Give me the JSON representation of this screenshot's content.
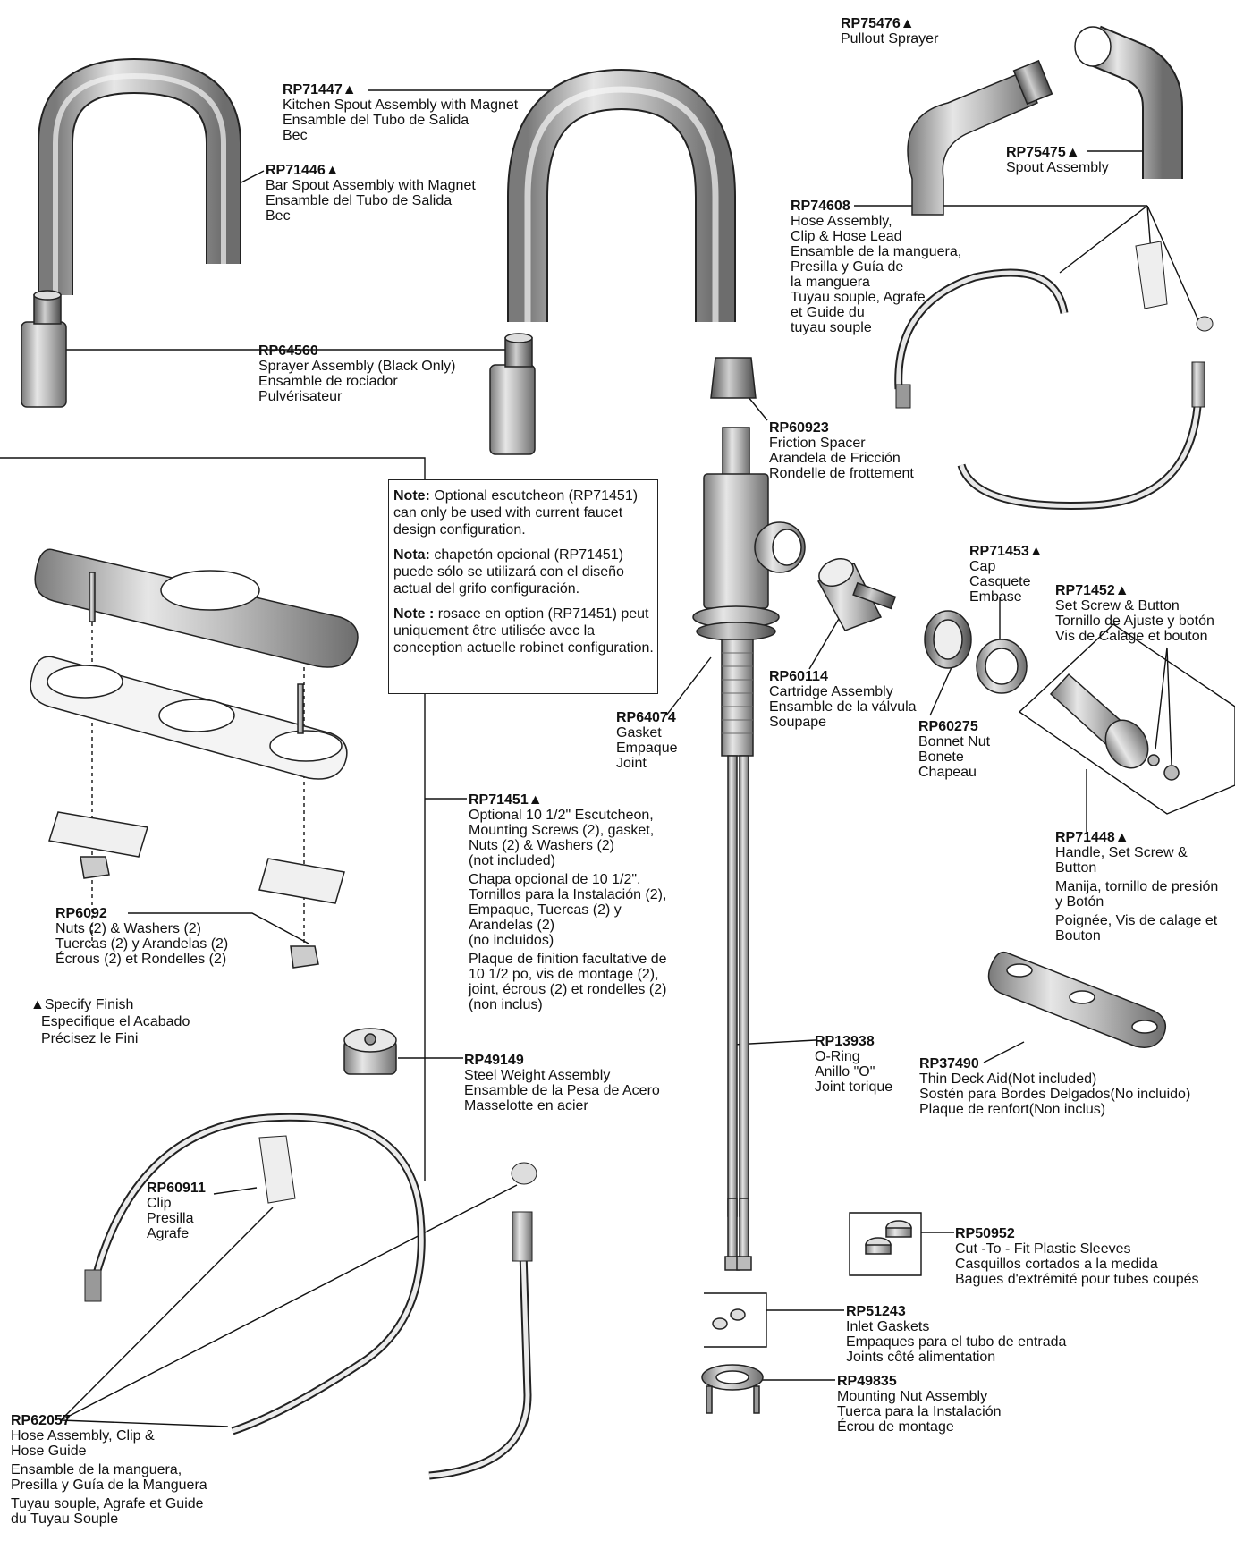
{
  "note": {
    "en_head": "Note:",
    "en_text": "Optional escutcheon (RP71451) can only be used with current faucet design configuration.",
    "es_head": "Nota:",
    "es_text": "chapetón opcional (RP71451) puede sólo se utilizará con el diseño actual del grifo configuración.",
    "fr_head": "Note :",
    "fr_text": "rosace en option (RP71451) peut uniquement être utilisée avec la conception actuelle robinet configuration."
  },
  "finish_legend": [
    "▲Specify Finish",
    "Especifique el Acabado",
    "Précisez le Fini"
  ],
  "parts": [
    {
      "id": "RP71447",
      "part": "RP71447▲",
      "lines": [
        "Kitchen Spout Assembly with Magnet",
        "Ensamble del Tubo de Salida",
        "Bec"
      ]
    },
    {
      "id": "RP71446",
      "part": "RP71446▲",
      "lines": [
        "Bar Spout Assembly with Magnet",
        "Ensamble del Tubo de Salida",
        "Bec"
      ]
    },
    {
      "id": "RP75476",
      "part": "RP75476▲",
      "lines": [
        "Pullout Sprayer"
      ]
    },
    {
      "id": "RP75475",
      "part": "RP75475▲",
      "lines": [
        "Spout Assembly"
      ]
    },
    {
      "id": "RP74608",
      "part": "RP74608",
      "lines": [
        "Hose Assembly,",
        "Clip & Hose Lead",
        "Ensamble de la manguera,",
        "Presilla y Guía de",
        "la manguera",
        "Tuyau souple, Agrafe",
        "et Guide du",
        "tuyau souple"
      ]
    },
    {
      "id": "RP64560",
      "part": "RP64560",
      "lines": [
        "Sprayer Assembly (Black Only)",
        "Ensamble de rociador",
        "Pulvérisateur"
      ]
    },
    {
      "id": "RP60923",
      "part": "RP60923",
      "lines": [
        "Friction Spacer",
        "Arandela de Fricción",
        "Rondelle de frottement"
      ]
    },
    {
      "id": "RP71453",
      "part": "RP71453▲",
      "lines": [
        "Cap",
        "Casquete",
        "Embase"
      ]
    },
    {
      "id": "RP71452",
      "part": "RP71452▲",
      "lines": [
        "Set Screw & Button",
        "Tornillo de Ajuste y botón",
        "Vis de Calage et bouton"
      ]
    },
    {
      "id": "RP60114",
      "part": "RP60114",
      "lines": [
        "Cartridge Assembly",
        "Ensamble de la válvula",
        "Soupape"
      ]
    },
    {
      "id": "RP60275",
      "part": "RP60275",
      "lines": [
        "Bonnet Nut",
        "Bonete",
        "Chapeau"
      ]
    },
    {
      "id": "RP64074",
      "part": "RP64074",
      "lines": [
        "Gasket",
        "Empaque",
        "Joint"
      ]
    },
    {
      "id": "RP71448",
      "part": "RP71448▲",
      "lines": [
        "Handle, Set Screw &",
        "Button",
        "Manija, tornillo de presión",
        "y Botón",
        "Poignée, Vis de calage et",
        "Bouton"
      ]
    },
    {
      "id": "RP71451",
      "part": "RP71451▲",
      "lines": [
        "Optional 10 1/2\" Escutcheon,",
        "Mounting Screws (2), gasket,",
        "Nuts (2) & Washers (2)",
        "(not included)",
        "Chapa opcional de 10 1/2\",",
        "Tornillos para la Instalación (2),",
        "Empaque, Tuercas (2) y",
        "Arandelas (2)",
        "(no incluidos)",
        "Plaque de finition facultative de",
        "10 1/2 po, vis de montage (2),",
        "joint, écrous (2) et rondelles (2)",
        "(non inclus)"
      ]
    },
    {
      "id": "RP6092",
      "part": "RP6092",
      "lines": [
        "Nuts (2) & Washers (2)",
        "Tuercas (2) y Arandelas (2)",
        "Écrous (2) et Rondelles (2)"
      ]
    },
    {
      "id": "RP13938",
      "part": "RP13938",
      "lines": [
        "O-Ring",
        "Anillo \"O\"",
        "Joint torique"
      ]
    },
    {
      "id": "RP37490",
      "part": "RP37490",
      "lines": [
        "Thin Deck Aid(Not included)",
        "Sostén para Bordes Delgados(No incluido)",
        "Plaque de renfort(Non inclus)"
      ]
    },
    {
      "id": "RP49149",
      "part": "RP49149",
      "lines": [
        "Steel Weight Assembly",
        "Ensamble de la Pesa de Acero",
        "Masselotte en acier"
      ]
    },
    {
      "id": "RP60911",
      "part": "RP60911",
      "lines": [
        "Clip",
        "Presilla",
        "Agrafe"
      ]
    },
    {
      "id": "RP50952",
      "part": "RP50952",
      "lines": [
        "Cut -To - Fit Plastic Sleeves",
        "Casquillos cortados a la medida",
        "Bagues d'extrémité pour tubes coupés"
      ]
    },
    {
      "id": "RP51243",
      "part": "RP51243",
      "lines": [
        "Inlet Gaskets",
        "Empaques para el tubo de entrada",
        "Joints côté alimentation"
      ]
    },
    {
      "id": "RP49835",
      "part": "RP49835",
      "lines": [
        "Mounting Nut Assembly",
        "Tuerca para la Instalación",
        "Écrou de montage"
      ]
    },
    {
      "id": "RP62057",
      "part": "RP62057",
      "lines": [
        "Hose Assembly, Clip &",
        "Hose Guide",
        "Ensamble de la manguera,",
        "Presilla y Guía de la Manguera",
        "Tuyau souple, Agrafe et Guide",
        "du Tuyau Souple"
      ]
    }
  ]
}
